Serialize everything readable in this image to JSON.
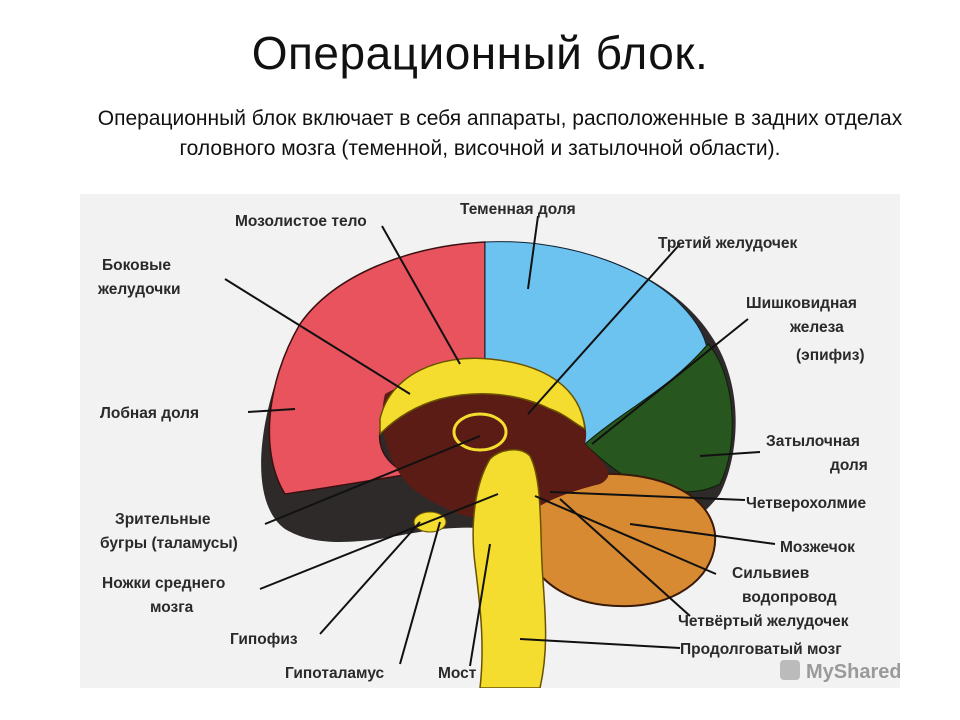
{
  "title": "Операционный блок.",
  "intro": "Операционный блок включает в себя аппараты, расположенные в задних отделах головного мозга (теменной, височной и затылочной области).",
  "diagram": {
    "colors": {
      "frontal": "#e8535d",
      "parietal": "#6cc3ef",
      "occipital": "#27561f",
      "callosum": "#f4dd2e",
      "deep": "#5a1c14",
      "cerebellum": "#d88a32",
      "temporal": "#2e2a2a"
    },
    "labels": {
      "corpus_callosum": "Мозолистое тело",
      "parietal_lobe": "Теменная доля",
      "lateral_ventricles_1": "Боковые",
      "lateral_ventricles_2": "желудочки",
      "third_ventricle": "Третий желудочек",
      "pineal_1": "Шишковидная",
      "pineal_2": "железа",
      "pineal_3": "(эпифиз)",
      "frontal_lobe": "Лобная доля",
      "occipital_1": "Затылочная",
      "occipital_2": "доля",
      "quadrigemina": "Четверохолмие",
      "thalamus_1": "Зрительные",
      "thalamus_2": "бугры (таламусы)",
      "cerebellum": "Мозжечок",
      "midbrain_1": "Ножки среднего",
      "midbrain_2": "мозга",
      "aqueduct_1": "Сильвиев",
      "aqueduct_2": "водопровод",
      "fourth_ventricle": "Четвёртый желудочек",
      "pituitary": "Гипофиз",
      "medulla": "Продолговатый мозг",
      "hypothalamus": "Гипоталамус",
      "pons": "Мост"
    },
    "watermark": "MyShared"
  }
}
